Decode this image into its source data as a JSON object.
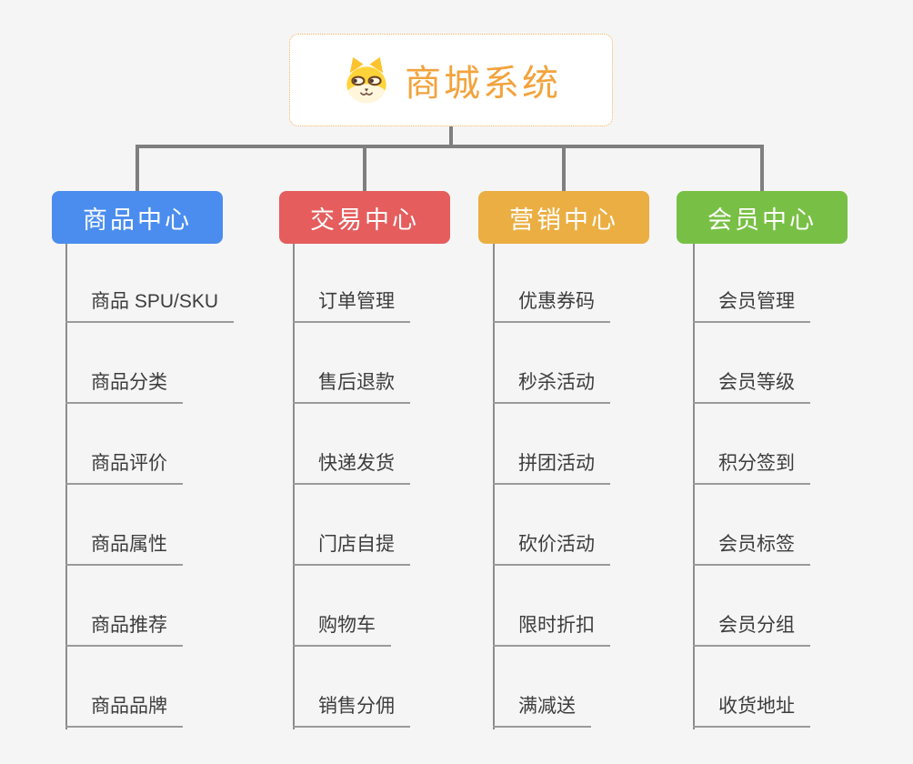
{
  "root": {
    "title": "商城系统",
    "icon": "dog-face"
  },
  "branches": [
    {
      "label": "商品中心",
      "color": "#4A8DEE",
      "items": [
        "商品 SPU/SKU",
        "商品分类",
        "商品评价",
        "商品属性",
        "商品推荐",
        "商品品牌"
      ]
    },
    {
      "label": "交易中心",
      "color": "#E55D5D",
      "items": [
        "订单管理",
        "售后退款",
        "快递发货",
        "门店自提",
        "购物车",
        "销售分佣"
      ]
    },
    {
      "label": "营销中心",
      "color": "#EBAE42",
      "items": [
        "优惠券码",
        "秒杀活动",
        "拼团活动",
        "砍价活动",
        "限时折扣",
        "满减送"
      ]
    },
    {
      "label": "会员中心",
      "color": "#78C045",
      "items": [
        "会员管理",
        "会员等级",
        "积分签到",
        "会员标签",
        "会员分组",
        "收货地址"
      ]
    }
  ],
  "colors": {
    "background": "#f5f5f5",
    "connector": "#7f7f7f",
    "trunk_line": "#8c8c8c",
    "leaf_underline": "#9a9a9a",
    "leaf_text": "#3d3d3d",
    "root_title": "#F2A33C",
    "root_border": "#f0b35e"
  }
}
